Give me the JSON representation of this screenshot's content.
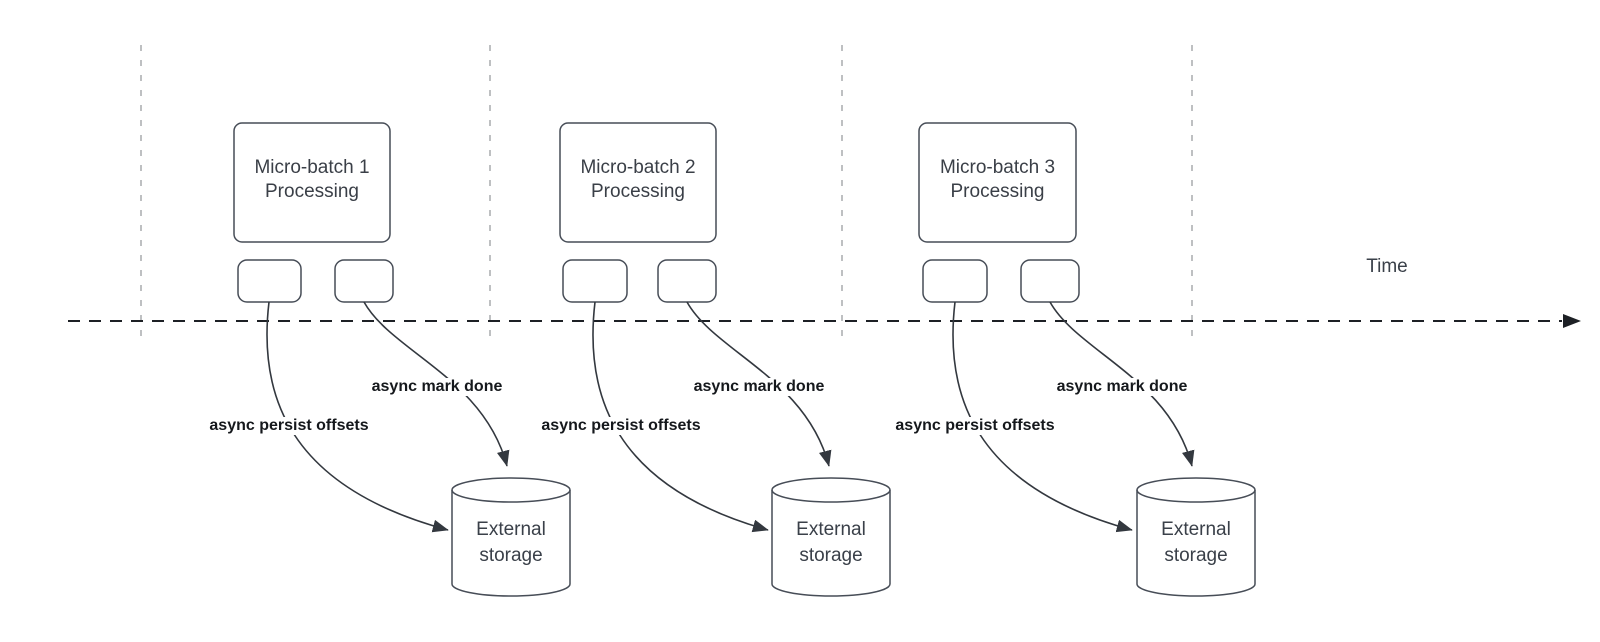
{
  "colors": {
    "background": "#ffffff",
    "shape_stroke": "#474d57",
    "edge_stroke": "#33383f",
    "timeline_stroke": "#1d2025",
    "divider_stroke": "#a8abae",
    "edge_label_text": "#15181c",
    "shape_text": "#3a3f47"
  },
  "timeline": {
    "label": "Time"
  },
  "batches": [
    {
      "title_line1": "Micro-batch 1",
      "title_line2": "Processing",
      "persist_edge_label": "async persist offsets",
      "mark_edge_label": "async mark done",
      "storage_line1": "External",
      "storage_line2": "storage"
    },
    {
      "title_line1": "Micro-batch 2",
      "title_line2": "Processing",
      "persist_edge_label": "async persist offsets",
      "mark_edge_label": "async mark done",
      "storage_line1": "External",
      "storage_line2": "storage"
    },
    {
      "title_line1": "Micro-batch 3",
      "title_line2": "Processing",
      "persist_edge_label": "async persist offsets",
      "mark_edge_label": "async mark done",
      "storage_line1": "External",
      "storage_line2": "storage"
    }
  ]
}
